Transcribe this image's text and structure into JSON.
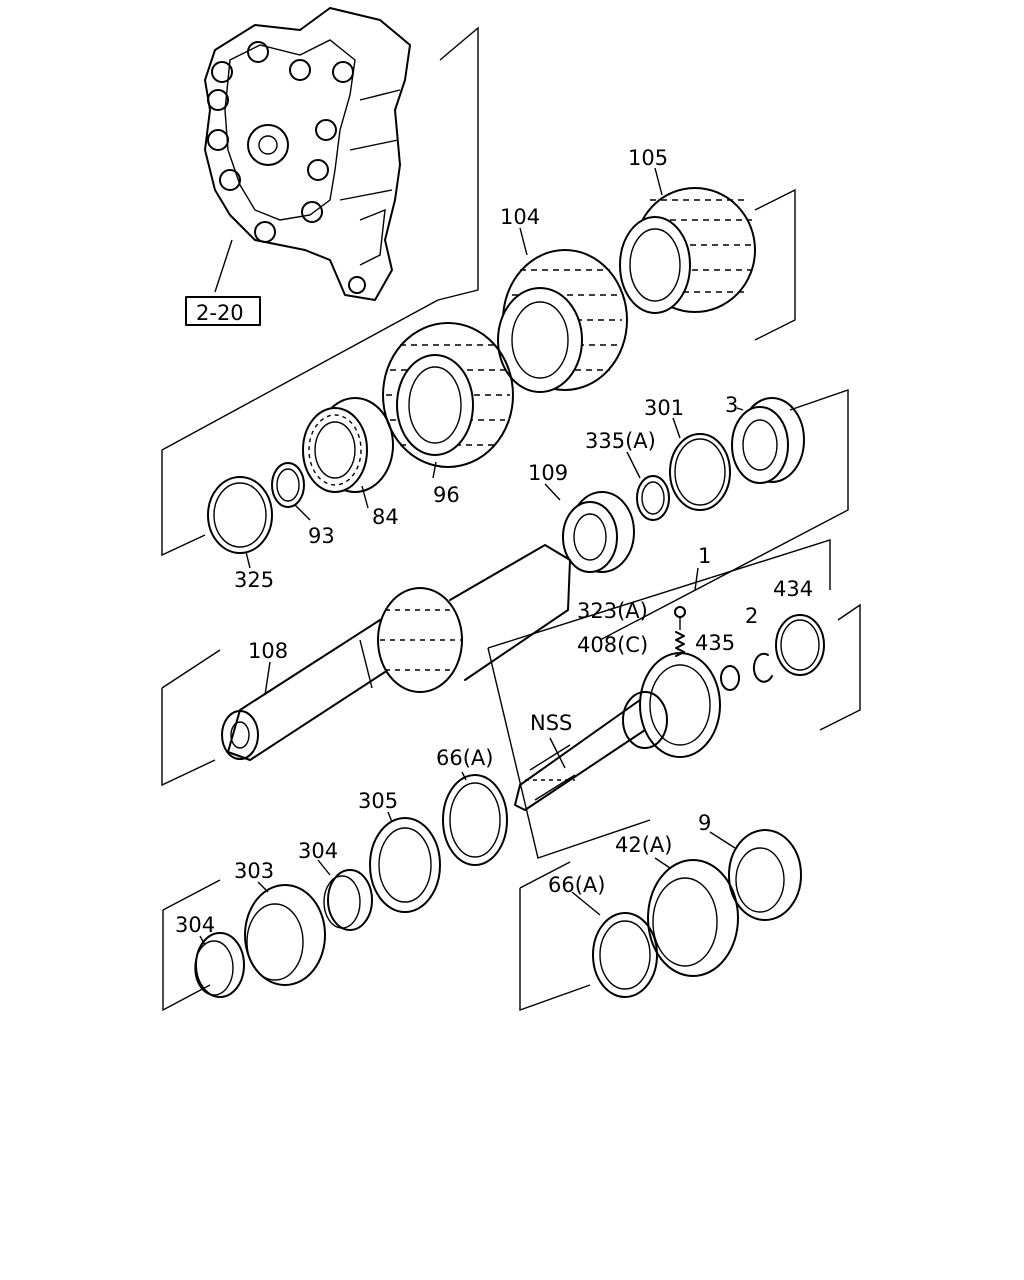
{
  "diagram": {
    "reference_box": "2-20",
    "labels": [
      {
        "id": "l105",
        "text": "105"
      },
      {
        "id": "l104",
        "text": "104"
      },
      {
        "id": "l3",
        "text": "3"
      },
      {
        "id": "l301",
        "text": "301"
      },
      {
        "id": "l335a",
        "text": "335(A)"
      },
      {
        "id": "l109",
        "text": "109"
      },
      {
        "id": "l96",
        "text": "96"
      },
      {
        "id": "l84",
        "text": "84"
      },
      {
        "id": "l93",
        "text": "93"
      },
      {
        "id": "l325",
        "text": "325"
      },
      {
        "id": "l1",
        "text": "1"
      },
      {
        "id": "l434",
        "text": "434"
      },
      {
        "id": "l323a",
        "text": "323(A)"
      },
      {
        "id": "l408c",
        "text": "408(C)"
      },
      {
        "id": "l435",
        "text": "435"
      },
      {
        "id": "l2",
        "text": "2"
      },
      {
        "id": "l108",
        "text": "108"
      },
      {
        "id": "lnss",
        "text": "NSS"
      },
      {
        "id": "l66a1",
        "text": "66(A)"
      },
      {
        "id": "l305",
        "text": "305"
      },
      {
        "id": "l304a",
        "text": "304"
      },
      {
        "id": "l303",
        "text": "303"
      },
      {
        "id": "l304b",
        "text": "304"
      },
      {
        "id": "l9",
        "text": "9"
      },
      {
        "id": "l42a",
        "text": "42(A)"
      },
      {
        "id": "l66a2",
        "text": "66(A)"
      }
    ]
  }
}
